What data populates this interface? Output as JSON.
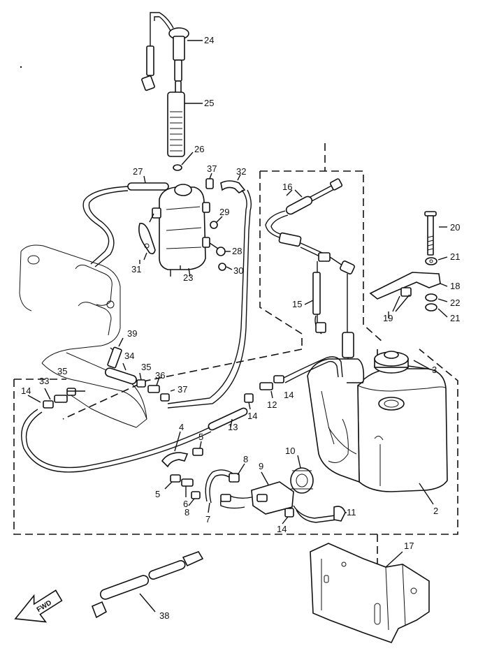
{
  "labels": {
    "p2": "2",
    "p3": "3",
    "p4": "4",
    "p5a": "5",
    "p5b": "5",
    "p6": "6",
    "p7": "7",
    "p8a": "8",
    "p8b": "8",
    "p9": "9",
    "p10": "10",
    "p11": "11",
    "p12": "12",
    "p13": "13",
    "p14a": "14",
    "p14b": "14",
    "p14c": "14",
    "p14d": "14",
    "p15": "15",
    "p16": "16",
    "p17": "17",
    "p18": "18",
    "p19": "19",
    "p20": "20",
    "p21a": "21",
    "p21b": "21",
    "p22": "22",
    "p23": "23",
    "p24": "24",
    "p25": "25",
    "p26": "26",
    "p27": "27",
    "p28": "28",
    "p29": "29",
    "p30": "30",
    "p31": "31",
    "p32": "32",
    "p33": "33",
    "p34": "34",
    "p35a": "35",
    "p35b": "35",
    "p36": "36",
    "p37a": "37",
    "p37b": "37",
    "p38": "38",
    "p39": "39"
  },
  "fwd_arrow": {
    "text": "FWD",
    "icon": "fwd-arrow-icon"
  }
}
